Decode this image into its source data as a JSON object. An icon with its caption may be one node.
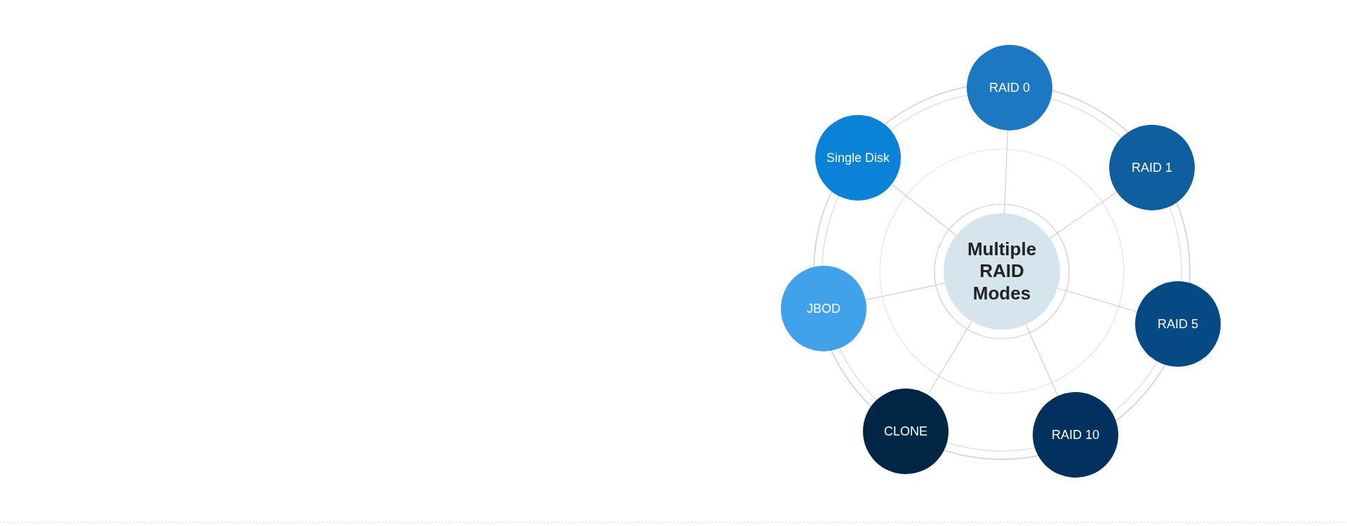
{
  "diagram": {
    "nodes": [
      {
        "text": [
          "Multiple RAID Modes"
        ]
      },
      {
        "text": [
          "RAID 0"
        ]
      },
      {
        "text": [
          "RAID 1"
        ]
      },
      {
        "text": [
          "RAID 5"
        ]
      },
      {
        "text": [
          "RAID 10"
        ]
      },
      {
        "text": [
          "CLONE"
        ]
      },
      {
        "text": [
          "JBOD"
        ]
      },
      {
        "text": [
          "Single Disk"
        ]
      }
    ],
    "edges": [
      {
        "from": 0,
        "to": 1,
        "arrow": "none"
      },
      {
        "from": 0,
        "to": 2,
        "arrow": "none"
      },
      {
        "from": 0,
        "to": 3,
        "arrow": "none"
      },
      {
        "from": 0,
        "to": 4,
        "arrow": "none"
      },
      {
        "from": 0,
        "to": 5,
        "arrow": "none"
      },
      {
        "from": 0,
        "to": 6,
        "arrow": "none"
      },
      {
        "from": 0,
        "to": 7,
        "arrow": "none"
      }
    ]
  }
}
